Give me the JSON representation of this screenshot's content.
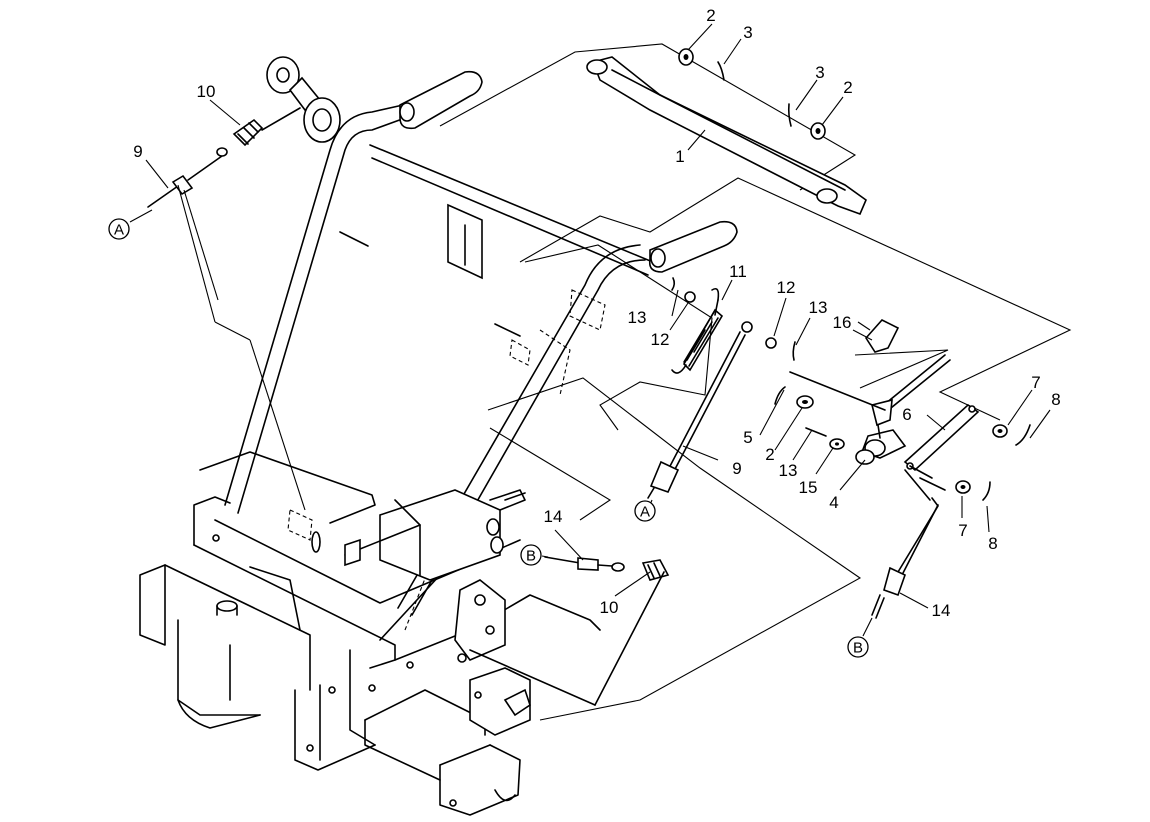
{
  "callouts": [
    {
      "id": "c2a",
      "text": "2"
    },
    {
      "id": "c3a",
      "text": "3"
    },
    {
      "id": "c3b",
      "text": "3"
    },
    {
      "id": "c2b",
      "text": "2"
    },
    {
      "id": "c1",
      "text": "1"
    },
    {
      "id": "c10a",
      "text": "10"
    },
    {
      "id": "c9a",
      "text": "9"
    },
    {
      "id": "c11",
      "text": "11"
    },
    {
      "id": "c12a",
      "text": "12"
    },
    {
      "id": "c13a",
      "text": "13"
    },
    {
      "id": "c12b",
      "text": "12"
    },
    {
      "id": "c13b",
      "text": "13"
    },
    {
      "id": "c16",
      "text": "16"
    },
    {
      "id": "c7a",
      "text": "7"
    },
    {
      "id": "c8a",
      "text": "8"
    },
    {
      "id": "c6",
      "text": "6"
    },
    {
      "id": "c5",
      "text": "5"
    },
    {
      "id": "c2c",
      "text": "2"
    },
    {
      "id": "c13c",
      "text": "13"
    },
    {
      "id": "c15",
      "text": "15"
    },
    {
      "id": "c4",
      "text": "4"
    },
    {
      "id": "c9b",
      "text": "9"
    },
    {
      "id": "c7b",
      "text": "7"
    },
    {
      "id": "c8b",
      "text": "8"
    },
    {
      "id": "c14a",
      "text": "14"
    },
    {
      "id": "c10b",
      "text": "10"
    },
    {
      "id": "c14b",
      "text": "14"
    }
  ],
  "connectors": [
    {
      "id": "A1",
      "text": "A"
    },
    {
      "id": "A2",
      "text": "A"
    },
    {
      "id": "B1",
      "text": "B"
    },
    {
      "id": "B2",
      "text": "B"
    }
  ]
}
